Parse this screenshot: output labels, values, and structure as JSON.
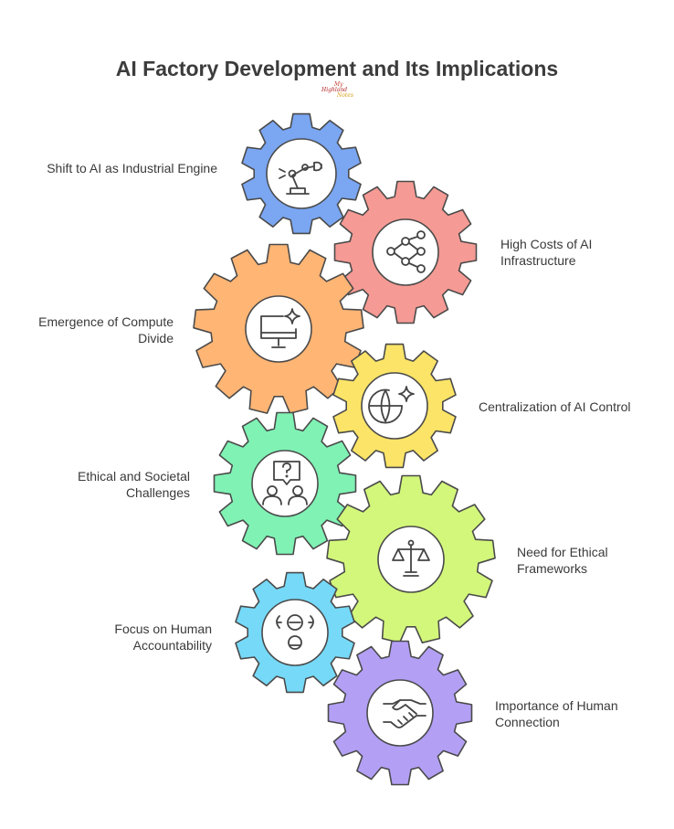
{
  "title": "AI Factory Development and Its Implications",
  "logo": [
    "My",
    "Highland",
    "Notes"
  ],
  "items": [
    {
      "label": "Shift to AI as Industrial Engine",
      "color": "#7aa6f2",
      "icon": "robot-arm-icon",
      "side": "left"
    },
    {
      "label": "High Costs of AI Infrastructure",
      "color": "#f59a94",
      "icon": "network-icon",
      "side": "right"
    },
    {
      "label": "Emergence of Compute Divide",
      "color": "#ffb574",
      "icon": "monitor-sparkle-icon",
      "side": "left"
    },
    {
      "label": "Centralization of AI Control",
      "color": "#fbe467",
      "icon": "globe-sparkle-icon",
      "side": "right"
    },
    {
      "label": "Ethical and Societal Challenges",
      "color": "#7ff2b4",
      "icon": "people-question-icon",
      "side": "left"
    },
    {
      "label": "Need for Ethical Frameworks",
      "color": "#d3f77a",
      "icon": "scales-icon",
      "side": "right"
    },
    {
      "label": "Focus on Human Accountability",
      "color": "#76d9f8",
      "icon": "person-thinking-icon",
      "side": "left"
    },
    {
      "label": "Importance of Human Connection",
      "color": "#b3a0f5",
      "icon": "handshake-icon",
      "side": "right"
    }
  ]
}
